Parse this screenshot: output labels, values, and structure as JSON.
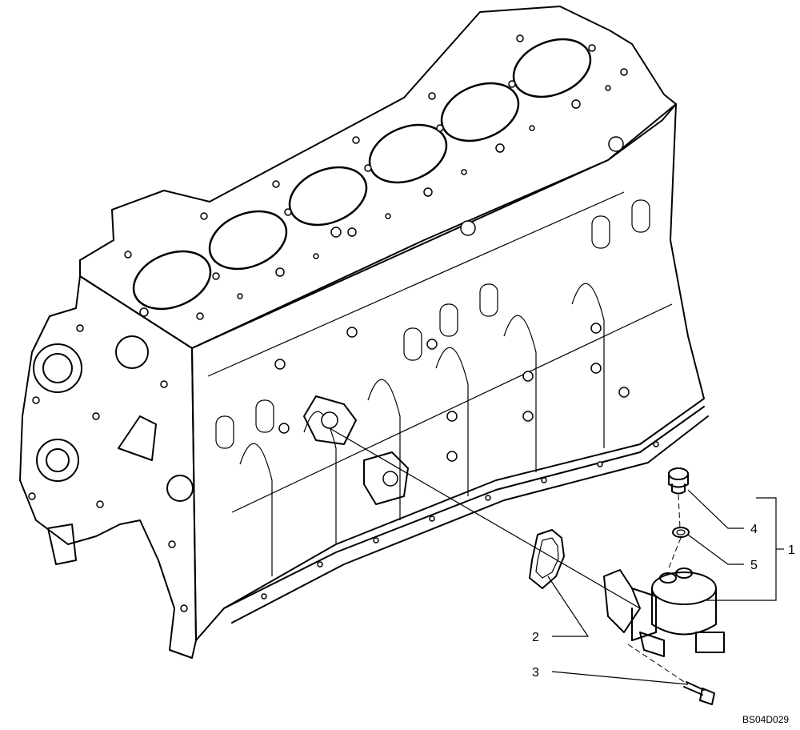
{
  "callouts": {
    "c1": "1",
    "c2": "2",
    "c3": "3",
    "c4": "4",
    "c5": "5"
  },
  "drawing_code": "BS04D029"
}
